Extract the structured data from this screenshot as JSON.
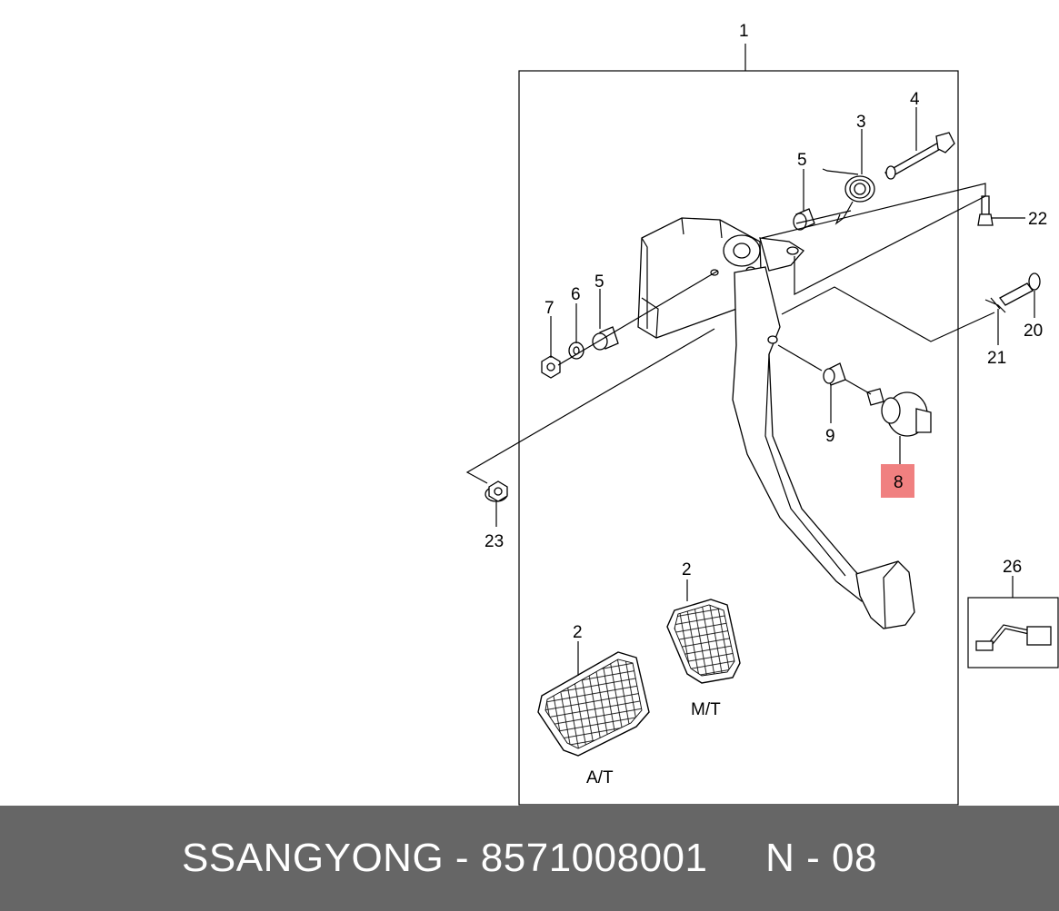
{
  "callouts": {
    "c1": "1",
    "c2_mt": "2",
    "c2_at": "2",
    "c3": "3",
    "c4": "4",
    "c5_top": "5",
    "c5_left": "5",
    "c6": "6",
    "c7": "7",
    "c8": "8",
    "c9": "9",
    "c20": "20",
    "c21": "21",
    "c22": "22",
    "c23": "23",
    "c26": "26"
  },
  "variants": {
    "at": "A/T",
    "mt": "M/T"
  },
  "highlight_color": "#f08080",
  "footer": {
    "brand": "SSANGYONG",
    "separator": " - ",
    "part_number": "8571008001",
    "page_ref": "N - 08"
  }
}
